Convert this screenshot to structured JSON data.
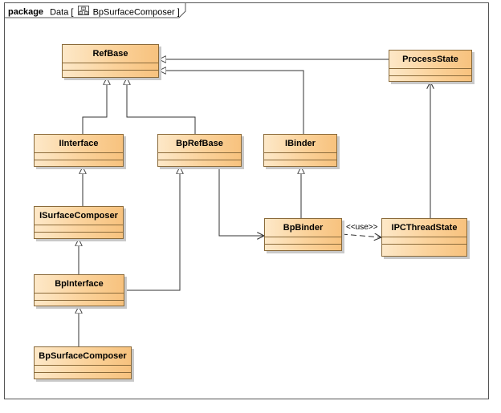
{
  "package": {
    "keyword": "package",
    "name": "Data",
    "bracket_open": "[",
    "diagram_name": "BpSurfaceComposer",
    "bracket_close": "]",
    "diagram_icon": "class-diagram-icon"
  },
  "classes": {
    "refbase": "RefBase",
    "processstate": "ProcessState",
    "iinterface": "IInterface",
    "bprefbase": "BpRefBase",
    "ibinder": "IBinder",
    "isurfacecomposer": "ISurfaceComposer",
    "bpbinder": "BpBinder",
    "ipcthreadstate": "IPCThreadState",
    "bpinterface": "BpInterface",
    "bpsurfacecomposer": "BpSurfaceComposer"
  },
  "relations": {
    "use_label": "<<use>>"
  },
  "colors": {
    "class_fill_start": "#fde8c8",
    "class_fill_end": "#f7c27e",
    "class_border": "#8a6a3a",
    "line": "#333333"
  }
}
